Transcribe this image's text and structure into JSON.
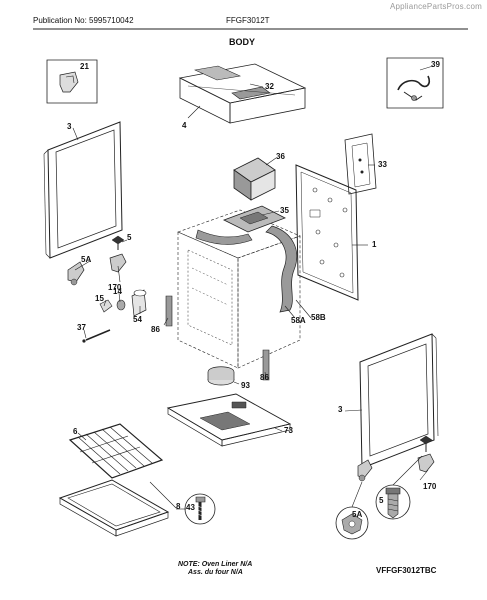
{
  "header": {
    "publication": "Publication No: 5995710042",
    "model": "FFGF3012T",
    "watermark": "AppliancePartsPros.com"
  },
  "section_title": "BODY",
  "parts": [
    {
      "id": "p21",
      "label": "21"
    },
    {
      "id": "p39",
      "label": "39"
    },
    {
      "id": "p32",
      "label": "32"
    },
    {
      "id": "p4",
      "label": "4"
    },
    {
      "id": "p3a",
      "label": "3"
    },
    {
      "id": "p36",
      "label": "36"
    },
    {
      "id": "p33",
      "label": "33"
    },
    {
      "id": "p35",
      "label": "35"
    },
    {
      "id": "p1",
      "label": "1"
    },
    {
      "id": "p5a",
      "label": "5"
    },
    {
      "id": "p5Aa",
      "label": "5A"
    },
    {
      "id": "p170a",
      "label": "170"
    },
    {
      "id": "p15",
      "label": "15"
    },
    {
      "id": "p14",
      "label": "14"
    },
    {
      "id": "p37",
      "label": "37"
    },
    {
      "id": "p54",
      "label": "54"
    },
    {
      "id": "p86a",
      "label": "86"
    },
    {
      "id": "p58A",
      "label": "58A"
    },
    {
      "id": "p58B",
      "label": "58B"
    },
    {
      "id": "p86b",
      "label": "86"
    },
    {
      "id": "p93",
      "label": "93"
    },
    {
      "id": "p73",
      "label": "73"
    },
    {
      "id": "p3b",
      "label": "3"
    },
    {
      "id": "p6",
      "label": "6"
    },
    {
      "id": "p8",
      "label": "8"
    },
    {
      "id": "p43",
      "label": "43"
    },
    {
      "id": "p5b",
      "label": "5"
    },
    {
      "id": "p5Ab",
      "label": "5A"
    },
    {
      "id": "p170b",
      "label": "170"
    }
  ],
  "footer": {
    "note_line1": "NOTE: Oven Liner N/A",
    "note_line2": "Ass. du four N/A",
    "doc_id": "VFFGF3012TBC"
  }
}
